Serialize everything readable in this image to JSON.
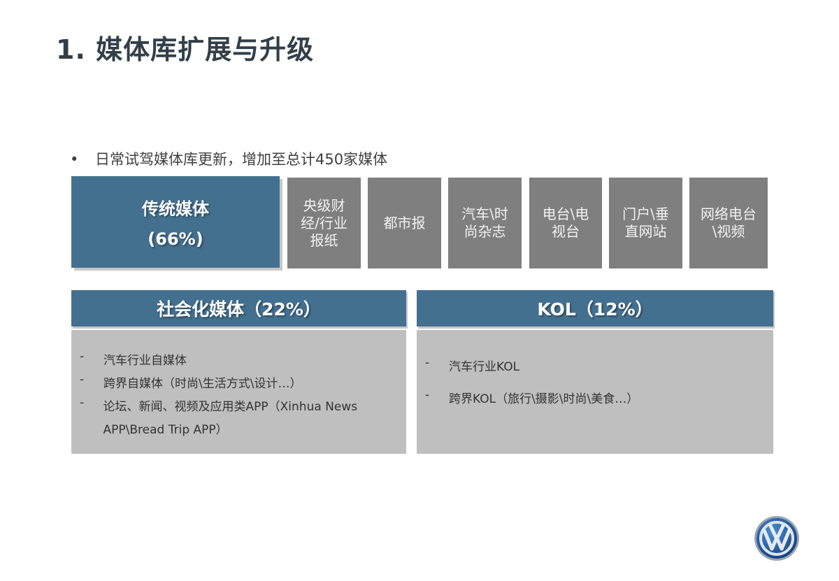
{
  "title": "1. 媒体库扩展与升级",
  "bullet": {
    "marker": "•",
    "text": "日常试驾媒体库更新，增加至总计450家媒体"
  },
  "traditional": {
    "label": "传统媒体",
    "percent": "(66%)"
  },
  "traditional_subtypes": [
    {
      "label": "央级财\n经/行业\n报纸"
    },
    {
      "label": "都市报"
    },
    {
      "label": "汽车\\时\n尚杂志"
    },
    {
      "label": "电台\\电\n视台"
    },
    {
      "label": "门户\\垂\n直网站"
    },
    {
      "label": "网络电台\n\\视频"
    }
  ],
  "social": {
    "header": "社会化媒体（22%）",
    "items": [
      {
        "dash": "-",
        "text": "汽车行业自媒体"
      },
      {
        "dash": "-",
        "text": "跨界自媒体（时尚\\生活方式\\设计…）"
      },
      {
        "dash": "-",
        "text": "论坛、新闻、视频及应用类APP（Xinhua News APP\\Bread Trip APP）"
      }
    ]
  },
  "kol": {
    "header": "KOL（12%）",
    "items": [
      {
        "dash": "-",
        "text": "汽车行业KOL"
      },
      {
        "dash": "-",
        "text": "跨界KOL（旅行\\摄影\\时尚\\美食…）"
      }
    ]
  },
  "logo": {
    "name": "vw-logo"
  },
  "colors": {
    "blue": "#44708f",
    "dark_grey": "#7f7f7f",
    "light_grey": "#bfbfbf",
    "title": "#333f48"
  }
}
